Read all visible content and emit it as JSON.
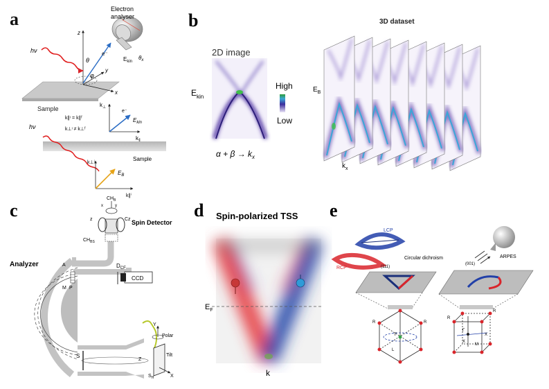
{
  "panel_a": {
    "letter": "a",
    "analyser_label_1": "Electron",
    "analyser_label_2": "analyser",
    "hv": "hν",
    "z": "z",
    "x": "x",
    "y": "y",
    "theta": "θ",
    "phi": "φ",
    "e_minus": "e⁻",
    "ekin": "E",
    "ekin_sub": "kin",
    "theta_x": "θ",
    "theta_x_sub": "x",
    "sample": "Sample",
    "kperp": "k",
    "kperp_sub": "⊥",
    "kpar": "k",
    "kpar_sub": "∥",
    "eq1": "k∥ᶦ = k∥ᶠ",
    "eq2": "k⊥ᶦ ≠ k⊥ᶠ",
    "ekin2": "E",
    "ekin2_sub": "kin",
    "hv2": "hν",
    "sample2": "Sample",
    "eb": "E",
    "eb_sub": "B",
    "e_minus2": "e⁻",
    "kperp_i": "k⊥ⁱ",
    "kpar_i": "k∥ⁱ"
  },
  "panel_b": {
    "letter": "b",
    "title_2d": "2D image",
    "title_3d": "3D dataset",
    "ekin": "E",
    "ekin_sub": "kin",
    "high": "High",
    "low": "Low",
    "formula": "α + β → k",
    "formula_sub": "x",
    "eb": "E",
    "eb_sub": "B",
    "kx": "k",
    "kx_sub": "x"
  },
  "panel_c": {
    "letter": "c",
    "analyzer": "Analyzer",
    "spin_detector": "Spin Detector",
    "ch_b": "CH",
    "ch_b_sub": "B",
    "ch_bs": "CH",
    "ch_bs_sub": "BS",
    "cz": "Cz",
    "z": "z",
    "x": "x",
    "y": "y",
    "a": "A",
    "m": "M",
    "p": "P",
    "dcf": "D",
    "dcf_sub": "CF",
    "ccd": "CCD",
    "s": "S",
    "sh": "S",
    "sh_sub": "H",
    "polar": "Polar",
    "tilt": "Tilt",
    "axis_y": "Y",
    "axis_x": "X",
    "axis_z": "Z"
  },
  "panel_d": {
    "letter": "d",
    "title": "Spin-polarized TSS",
    "ef": "E",
    "ef_sub": "F",
    "k": "k"
  },
  "panel_e": {
    "letter": "e",
    "lcp": "LCP",
    "rcp": "RCP",
    "circular": "Circular dichroism",
    "arpes": "ARPES",
    "face111": "(111)",
    "face001": "(001)",
    "r": "R",
    "gamma": "Γ",
    "l": "L",
    "x": "X",
    "m": "M"
  },
  "colors": {
    "red": "#d9252b",
    "blue": "#1d3e9c",
    "purple": "#6a4fb0",
    "gray": "#bdbdbd",
    "green": "#3aa24a"
  }
}
